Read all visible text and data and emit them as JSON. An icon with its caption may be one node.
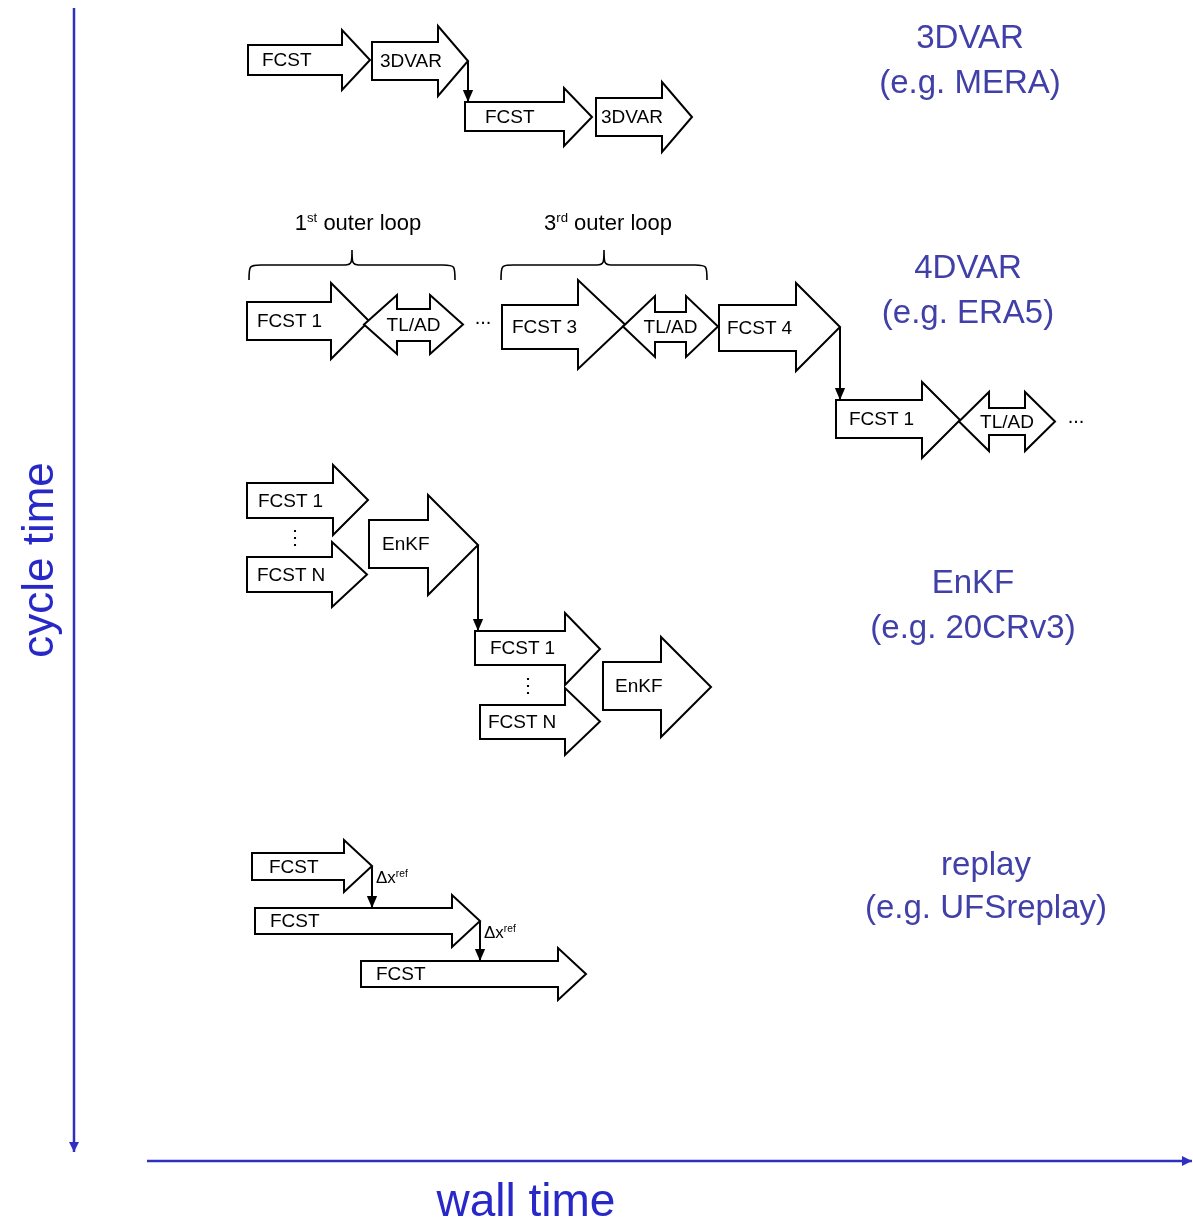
{
  "diagram": {
    "nodes": [
      {
        "text": [
          "FCST"
        ]
      },
      {
        "text": [
          "3DVAR"
        ]
      },
      {
        "text": [
          "FCST"
        ]
      },
      {
        "text": [
          "3DVAR"
        ]
      },
      {
        "text": [
          "FCST 1"
        ]
      },
      {
        "text": [
          "TL/AD"
        ]
      },
      {
        "text": [
          "FCST 3"
        ]
      },
      {
        "text": [
          "TL/AD"
        ]
      },
      {
        "text": [
          "FCST 4"
        ]
      },
      {
        "text": [
          "FCST 1"
        ]
      },
      {
        "text": [
          "TL/AD"
        ]
      },
      {
        "text": [
          "FCST 1"
        ]
      },
      {
        "text": [
          "FCST N"
        ]
      },
      {
        "text": [
          "EnKF"
        ]
      },
      {
        "text": [
          "FCST 1"
        ]
      },
      {
        "text": [
          "FCST N"
        ]
      },
      {
        "text": [
          "EnKF"
        ]
      },
      {
        "text": [
          "FCST"
        ]
      },
      {
        "text": [
          "FCST"
        ]
      },
      {
        "text": [
          "FCST"
        ]
      }
    ],
    "edges": [
      {
        "from": 1,
        "to": 2,
        "arrow": "to"
      },
      {
        "from": 8,
        "to": 9,
        "arrow": "to"
      },
      {
        "from": 13,
        "to": 14,
        "arrow": "to"
      },
      {
        "from": 17,
        "to": 18,
        "arrow": "to",
        "label": "Δx$^{ref}$"
      },
      {
        "from": 18,
        "to": 19,
        "arrow": "to",
        "label": "Δx$^{ref}$"
      }
    ],
    "labels": [
      "3DVAR",
      "(e.g. MERA)",
      "1$^{st}$ outer loop",
      "3$^{rd}$ outer loop",
      "...",
      "4DVAR",
      "(e.g. ERA5)",
      "...",
      "⋮",
      "EnKF",
      "(e.g. 20CRv3)",
      "⋮",
      "replay",
      "(e.g. UFSreplay)",
      "cycle time",
      "wall time"
    ]
  }
}
